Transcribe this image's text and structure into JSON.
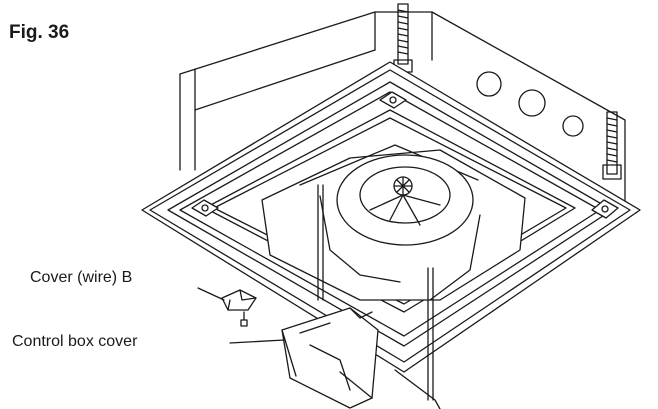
{
  "figure": {
    "title": "Fig. 36"
  },
  "labels": {
    "cover_wire": "Cover (wire) B",
    "control_box_cover": "Control box cover"
  },
  "colors": {
    "line": "#1a1a1a",
    "fill": "#ffffff",
    "shade": "#d8d8d8"
  }
}
